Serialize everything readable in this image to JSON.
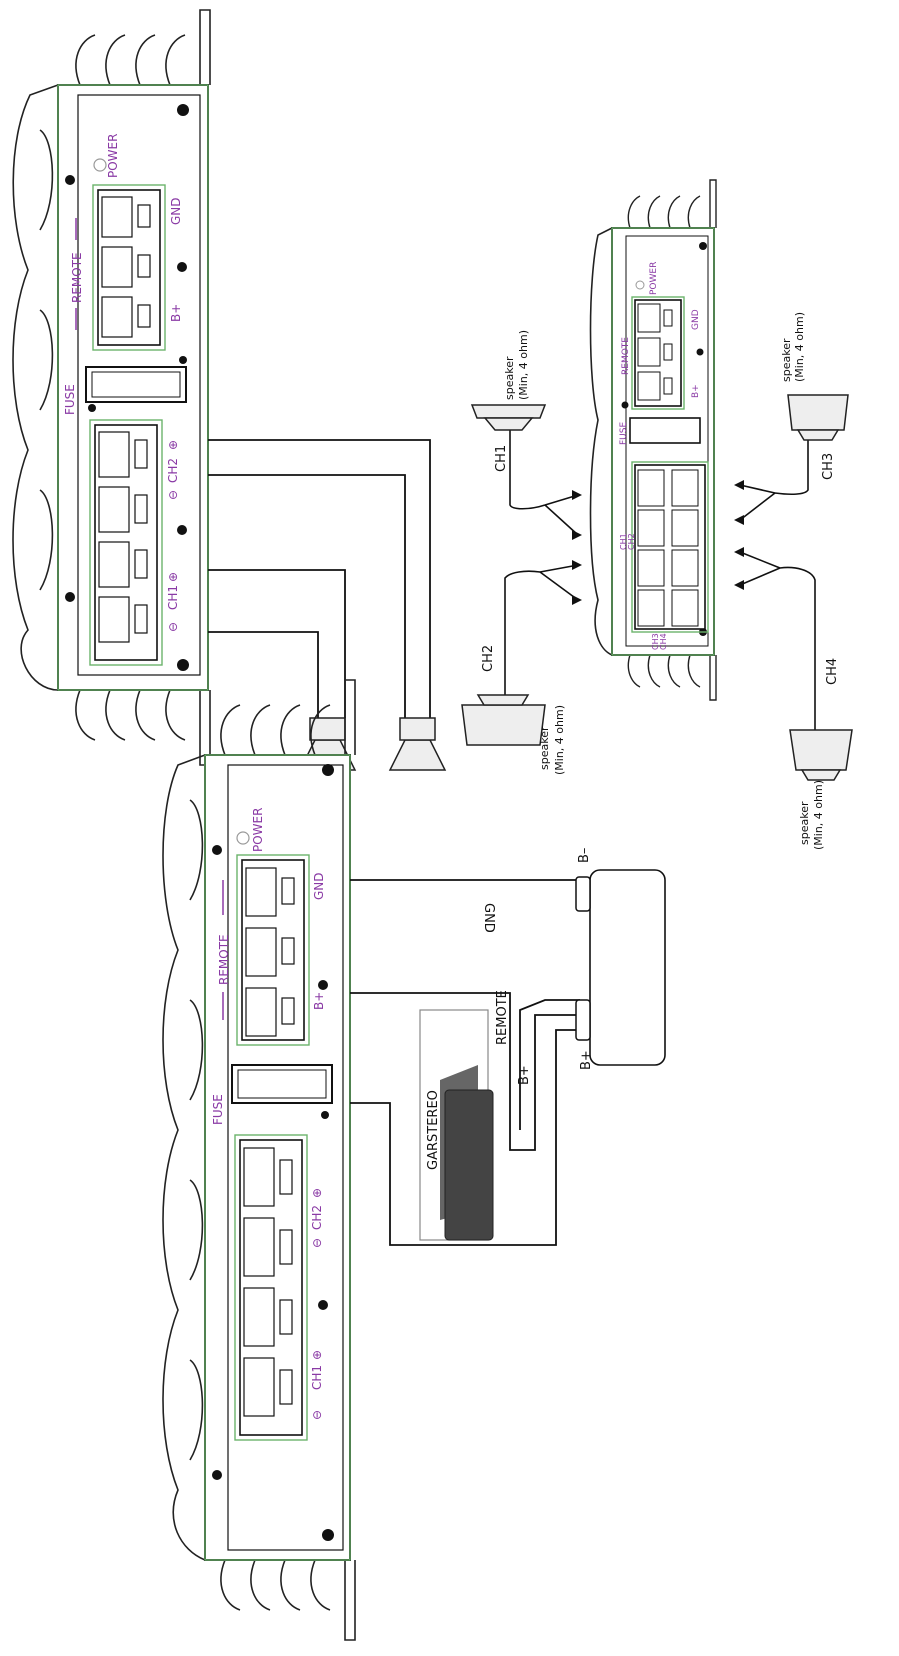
{
  "amp_labels": {
    "power": "POWER",
    "gnd": "GND",
    "remote": "REMOTE",
    "b_plus": "B+",
    "fuse": "FUSE",
    "ch1": "CH1",
    "ch2": "CH2",
    "ch3": "CH3",
    "ch4": "CH4",
    "plus_sign": "⊕",
    "minus_sign": "⊖"
  },
  "speaker": {
    "label": "speaker",
    "spec": "(Min, 4 ohm)"
  },
  "channel_labels": {
    "ch1": "CH1",
    "ch2": "CH2",
    "ch3": "CH3",
    "ch4": "CH4"
  },
  "power_wiring": {
    "gnd": "GND",
    "remote": "REMOTE",
    "b_plus": "B+",
    "car_stereo": "GARSTEREO",
    "battery_minus": "B–",
    "battery_plus": "B+"
  },
  "colors": {
    "label_accent": "#8a3aa5",
    "terminal_box": "#6bb36b",
    "line": "#111111"
  }
}
